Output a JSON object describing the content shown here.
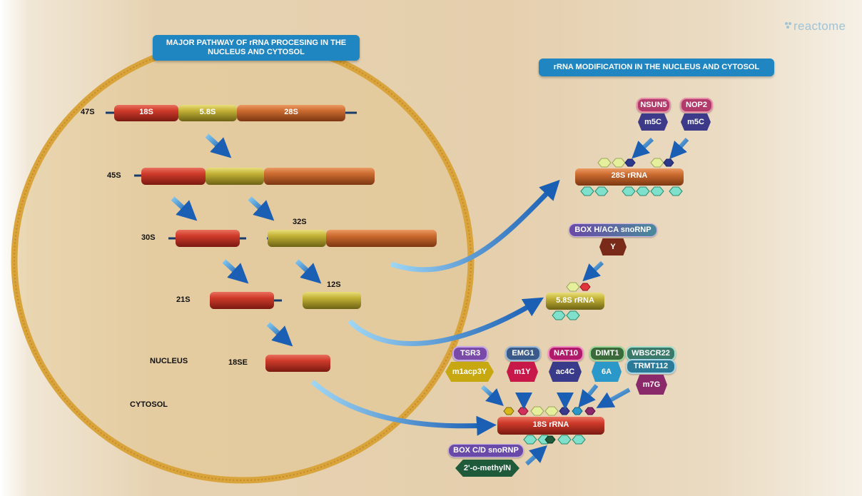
{
  "logo": {
    "text": "reactome",
    "icon": "reactome-logo-icon",
    "color": "#9fc4d8"
  },
  "titles": {
    "major_pathway": "MAJOR PATHWAY OF rRNA PROCESING IN THE NUCLEUS AND CYTOSOL",
    "modification": "rRNA MODIFICATION IN THE NUCLEUS AND CYTOSOL"
  },
  "compartments": {
    "nucleus": "NUCLEUS",
    "cytosol": "CYTOSOL"
  },
  "precursors": {
    "p47s": {
      "label": "47S",
      "segments": [
        "18S",
        "5.8S",
        "28S"
      ]
    },
    "p45s": {
      "label": "45S"
    },
    "p30s": {
      "label": "30S"
    },
    "p32s": {
      "label": "32S"
    },
    "p21s": {
      "label": "21S"
    },
    "p12s": {
      "label": "12S"
    },
    "p18se": {
      "label": "18SE"
    }
  },
  "mature": {
    "r28s": "28S rRNA",
    "r58s": "5.8S rRNA",
    "r18s": "18S rRNA"
  },
  "enzymes": {
    "nsun5": {
      "name": "NSUN5",
      "mod": "m5C"
    },
    "nop2": {
      "name": "NOP2",
      "mod": "m5C"
    },
    "box_haca": {
      "name": "BOX H/ACA snoRNP",
      "mod": "Y"
    },
    "tsr3": {
      "name": "TSR3",
      "mod": "m1acp3Y"
    },
    "emg1": {
      "name": "EMG1",
      "mod": "m1Y"
    },
    "nat10": {
      "name": "NAT10",
      "mod": "ac4C"
    },
    "dimt1": {
      "name": "DIMT1",
      "mod": "6A"
    },
    "wbscr22": {
      "name": "WBSCR22",
      "partner": "TRMT112",
      "mod": "m7G"
    },
    "box_cd": {
      "name": "BOX C/D snoRNP",
      "mod": "2'-o-methylN"
    }
  },
  "colors": {
    "banner": "#1f86c1",
    "red_18s": "#c0392b",
    "yellow_58s": "#b8a42a",
    "orange_28s": "#c0642a",
    "nucleus_ring": "#d9a43c",
    "arrow": "#1f6fc0"
  }
}
